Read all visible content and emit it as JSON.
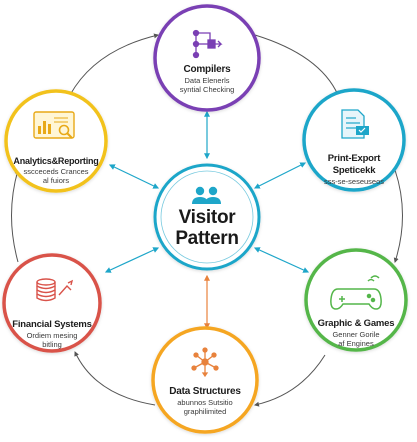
{
  "center": {
    "title_line1": "Visitor",
    "title_line2": "Pattern",
    "icon": "users-icon",
    "color": "#1ea6c9"
  },
  "nodes": [
    {
      "id": "compilers",
      "title": "Compilers",
      "sub1": "Data Elenerls",
      "sub2": "syntial Checking",
      "icon": "flowchart-icon",
      "color": "#7a3fb4",
      "arrow_color": "#1ea6c9"
    },
    {
      "id": "print",
      "title": "Print-Export",
      "title2": "Speticekk",
      "sub1": "sss-se-seseuseos",
      "icon": "document-icon",
      "color": "#1ea6c9",
      "arrow_color": "#1ea6c9"
    },
    {
      "id": "graphics",
      "title": "Graphic & Games",
      "sub1": "Genner Gorile",
      "sub2": "af Engines",
      "icon": "gamepad-icon",
      "color": "#54b64a",
      "arrow_color": "#1ea6c9"
    },
    {
      "id": "datastruct",
      "title": "Data Structures",
      "sub1": "abunnos Sutsitio",
      "sub2": "graphilimited",
      "icon": "network-icon",
      "color": "#f5a623",
      "arrow_color": "#e8823c"
    },
    {
      "id": "financial",
      "title": "Financial Systems",
      "sub1": "Ordiem mesing",
      "sub2": "bitling",
      "icon": "coins-growth-icon",
      "color": "#d9534a",
      "arrow_color": "#1ea6c9"
    },
    {
      "id": "analytics",
      "title": "Analytics&Reporting",
      "sub1": "sscceceds Crances",
      "sub2": "al fuiors",
      "icon": "analytics-chart-icon",
      "color": "#f2c21b",
      "arrow_color": "#1ea6c9"
    }
  ]
}
